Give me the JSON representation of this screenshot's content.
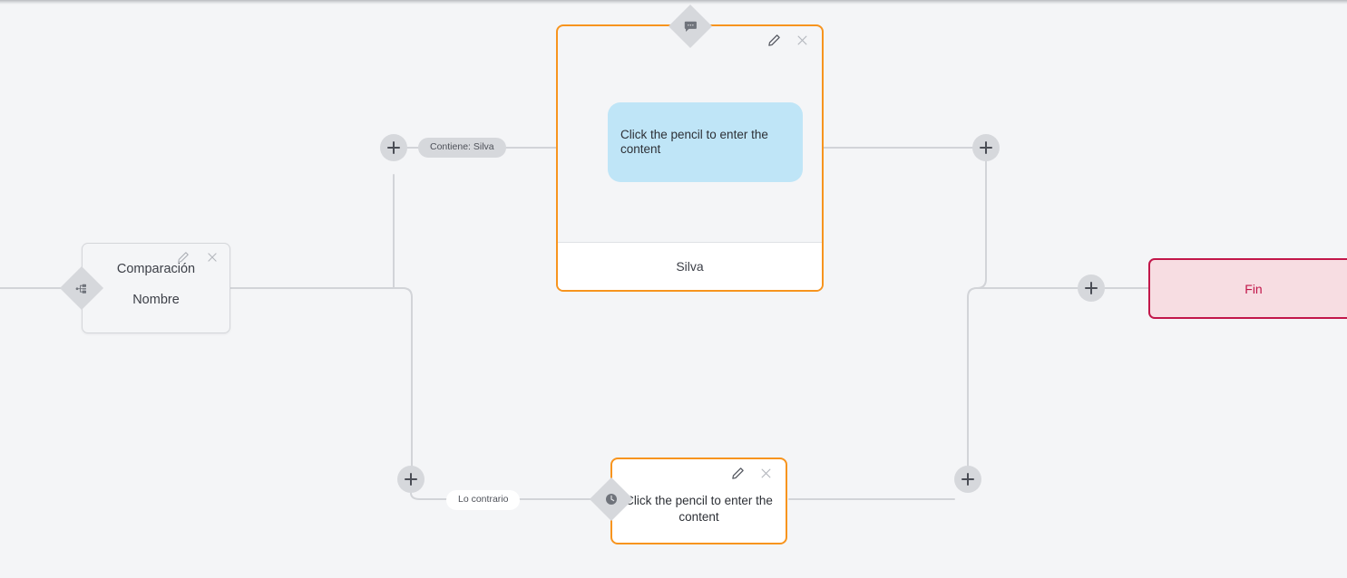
{
  "canvas": {
    "background_color": "#f4f5f7",
    "edge_color": "#d2d4d8"
  },
  "nodes": [
    {
      "id": "comparacion",
      "type": "condition",
      "title": "Comparación",
      "subtitle": "Nombre",
      "handle_icon": "branch-icon",
      "edit_icon": "pencil-icon",
      "close_icon": "close-icon",
      "border_color": "#d4d6da",
      "background_color": "#f4f5f7"
    },
    {
      "id": "message-silva",
      "type": "message",
      "bubble_text": "Click the pencil to enter the content",
      "footer_label": "Silva",
      "handle_icon": "speech-bubble-icon",
      "edit_icon": "pencil-icon",
      "close_icon": "close-icon",
      "border_color": "#f7941e",
      "bubble_color": "#bfe5f7"
    },
    {
      "id": "message-otherwise",
      "type": "message",
      "body_text": "Click the pencil to enter the content",
      "handle_icon": "clock-icon",
      "edit_icon": "pencil-icon",
      "close_icon": "close-icon",
      "border_color": "#f7941e",
      "background_color": "#ffffff"
    },
    {
      "id": "fin",
      "type": "end",
      "label": "Fin",
      "border_color": "#c2174a",
      "background_color": "#f7dde2",
      "text_color": "#c2174a"
    }
  ],
  "edge_labels": [
    {
      "id": "contiene-silva",
      "text": "Contiene: Silva",
      "style": "gray"
    },
    {
      "id": "lo-contrario",
      "text": "Lo contrario",
      "style": "white"
    }
  ],
  "add_buttons": [
    {
      "id": "add-branch-true",
      "icon": "plus-icon"
    },
    {
      "id": "add-branch-false",
      "icon": "plus-icon"
    },
    {
      "id": "add-after-message-silva",
      "icon": "plus-icon"
    },
    {
      "id": "add-after-message-otherwise",
      "icon": "plus-icon"
    },
    {
      "id": "add-before-fin",
      "icon": "plus-icon"
    }
  ]
}
